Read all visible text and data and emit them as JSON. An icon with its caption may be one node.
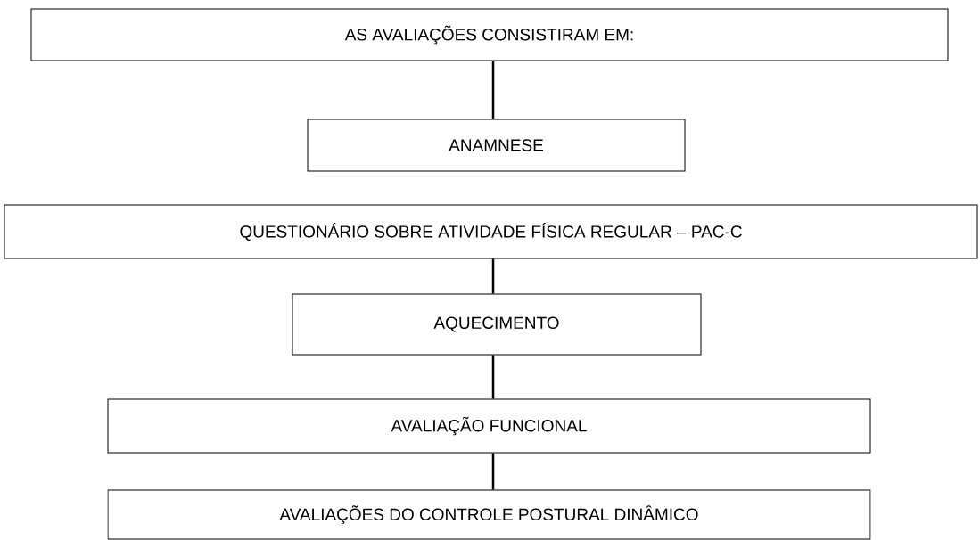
{
  "diagram": {
    "nodes": [
      {
        "text": [
          "AS AVALIAÇÕES CONSISTIRAM EM:"
        ]
      },
      {
        "text": [
          "ANAMNESE"
        ]
      },
      {
        "text": [
          "QUESTIONÁRIO SOBRE ATIVIDADE FÍSICA REGULAR – PAC-C"
        ]
      },
      {
        "text": [
          "AQUECIMENTO"
        ]
      },
      {
        "text": [
          "AVALIAÇÃO FUNCIONAL"
        ]
      },
      {
        "text": [
          "AVALIAÇÕES DO CONTROLE POSTURAL DINÂMICO"
        ]
      }
    ],
    "edges": [
      {
        "from": 0,
        "to": 1,
        "arrow": "none"
      },
      {
        "from": 2,
        "to": 3,
        "arrow": "none"
      },
      {
        "from": 3,
        "to": 4,
        "arrow": "none"
      },
      {
        "from": 4,
        "to": 5,
        "arrow": "none"
      }
    ]
  }
}
